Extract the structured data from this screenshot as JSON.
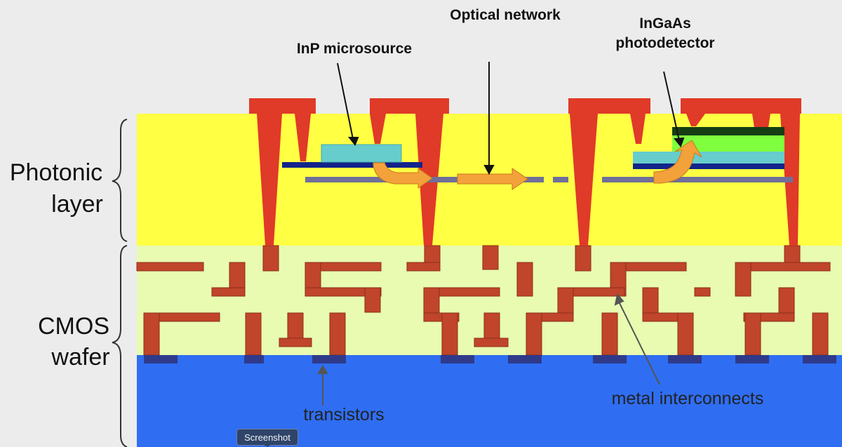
{
  "labels": {
    "inp_microsource": "InP microsource",
    "optical_network": "Optical network",
    "ingaas_line1": "InGaAs",
    "ingaas_line2": "photodetector",
    "photonic_line1": "Photonic",
    "photonic_line2": "layer",
    "cmos_line1": "CMOS",
    "cmos_line2": "wafer",
    "transistors": "transistors",
    "metal_interconnects": "metal interconnects"
  },
  "tooltip": {
    "text": "Screenshot"
  },
  "colors": {
    "background": "#ececec",
    "photonic_layer": "#ffff44",
    "cmos_layer": "#e8fbb0",
    "substrate": "#2f6ef2",
    "metal_contact": "#e03a28",
    "interconnect": "#c0452a",
    "transistor": "#2f3a8a",
    "waveguide": "#6f6f9a",
    "microsource": "#66cccc",
    "detector_green": "#7fff3e",
    "detector_top": "#153e14",
    "light_arrow": "#f3a13b",
    "dark_blue": "#12238a"
  }
}
